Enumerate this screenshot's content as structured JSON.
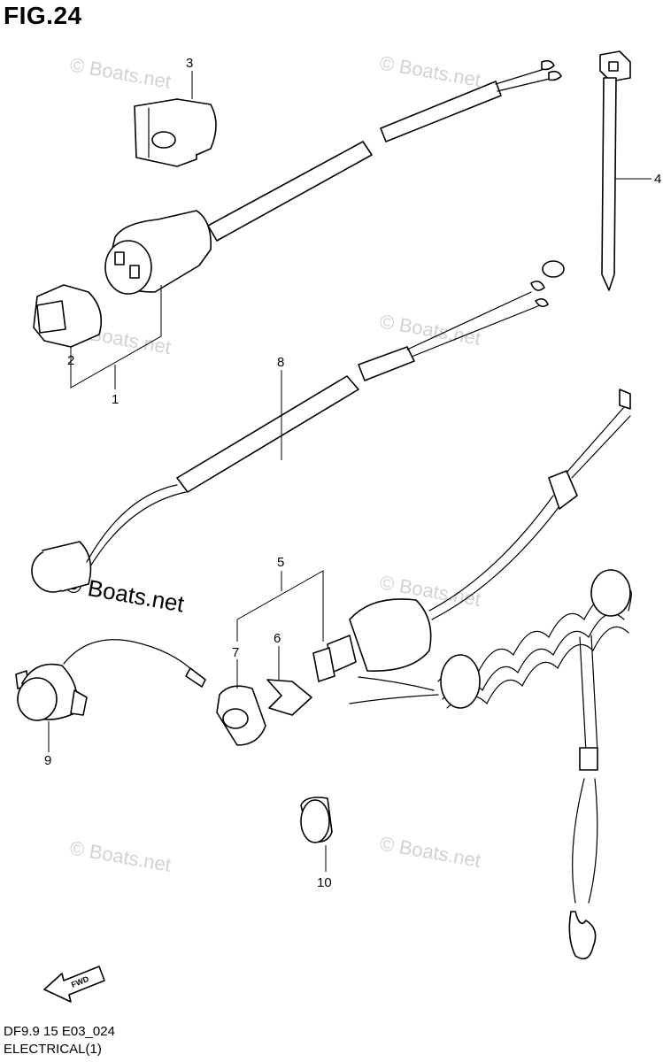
{
  "figure": {
    "title": "FIG.24"
  },
  "callouts": {
    "p1": "1",
    "p2": "2",
    "p3": "3",
    "p4": "4",
    "p5": "5",
    "p6": "6",
    "p7": "7",
    "p8": "8",
    "p9": "9",
    "p10": "10"
  },
  "watermarks": {
    "light": "© Boats.net",
    "strong": "© Boats.net"
  },
  "footer": {
    "code": "DF9.9 15 E03_024",
    "section": "ELECTRICAL(1)"
  },
  "fwd_label": "FWD"
}
